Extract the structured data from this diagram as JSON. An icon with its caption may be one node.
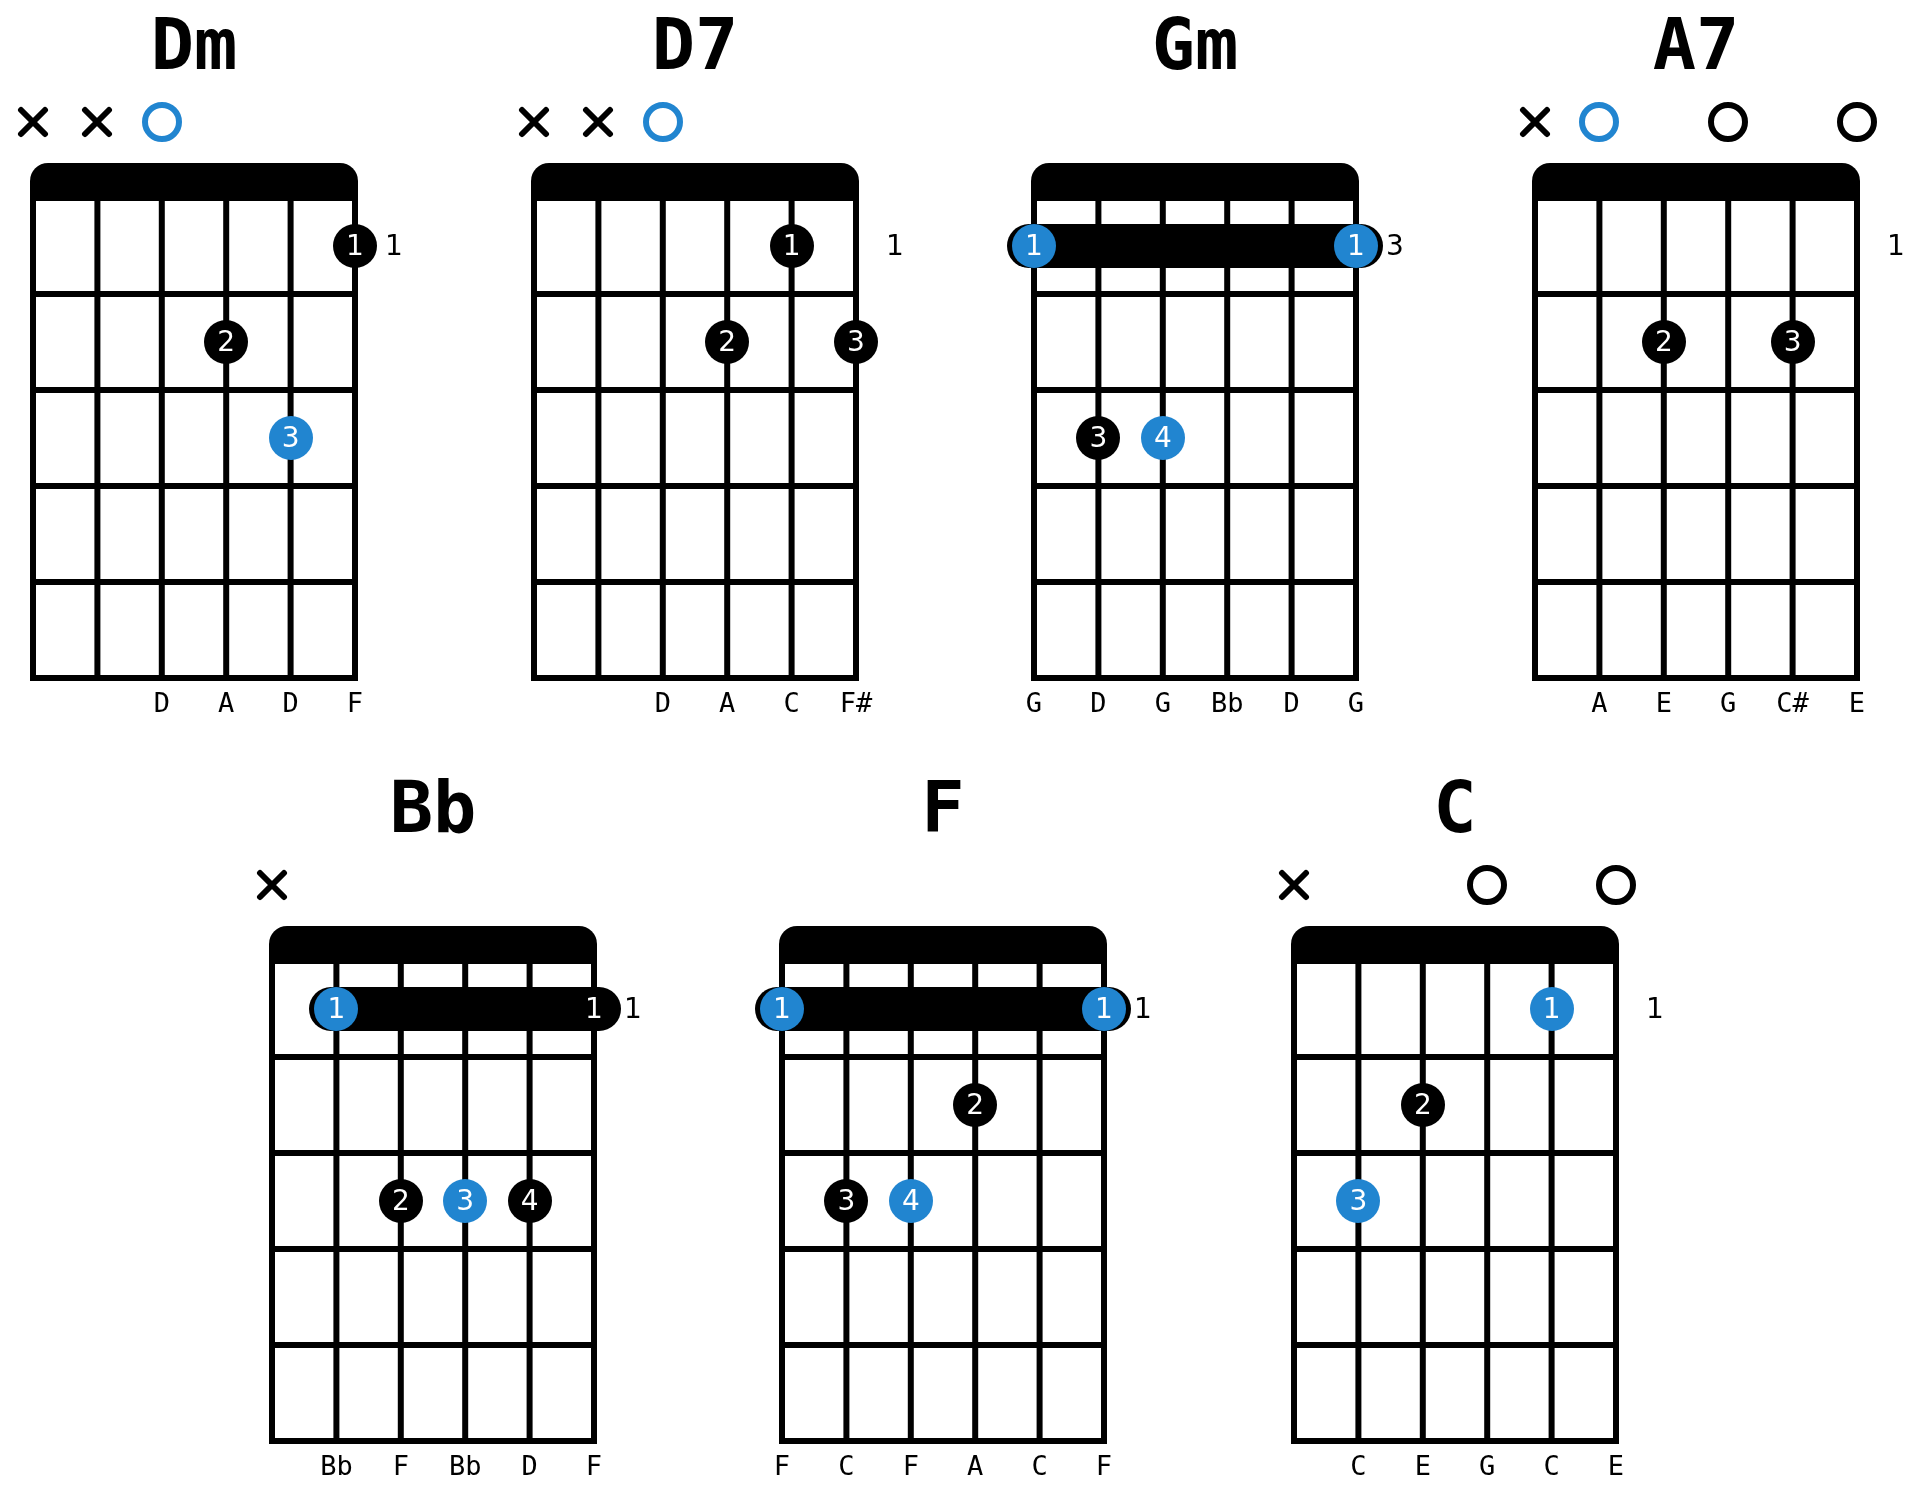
{
  "diagram": {
    "nodes": [
      {
        "text": [
          "Dm"
        ],
        "beside": [
          "D",
          "A",
          "D",
          "F"
        ]
      },
      {
        "text": [
          "1"
        ],
        "in": 0
      },
      {
        "text": [
          "2"
        ],
        "in": 0
      },
      {
        "text": [
          "3"
        ],
        "in": 0
      },
      {
        "text": [
          "D7"
        ],
        "beside": [
          "D",
          "A",
          "C",
          "F#"
        ]
      },
      {
        "text": [
          "1"
        ],
        "in": 4
      },
      {
        "text": [
          "2"
        ],
        "in": 4
      },
      {
        "text": [
          "3"
        ],
        "in": 4
      },
      {
        "text": [
          "Gm"
        ],
        "beside": [
          "G",
          "D",
          "G",
          "Bb",
          "D",
          "G"
        ]
      },
      {
        "text": [],
        "shape": "bar",
        "in": 8
      },
      {
        "text": [
          "1"
        ],
        "in": 9
      },
      {
        "text": [
          "1"
        ],
        "in": 9
      },
      {
        "text": [
          "3"
        ],
        "in": 8
      },
      {
        "text": [
          "4"
        ],
        "in": 8
      },
      {
        "text": [
          "A7"
        ],
        "beside": [
          "A",
          "E",
          "G",
          "C#",
          "E"
        ]
      },
      {
        "text": [
          "2"
        ],
        "in": 14
      },
      {
        "text": [
          "3"
        ],
        "in": 14
      },
      {
        "text": [
          "Bb"
        ],
        "beside": [
          "Bb",
          "F",
          "Bb",
          "D",
          "F"
        ]
      },
      {
        "text": [],
        "shape": "bar",
        "in": 17
      },
      {
        "text": [
          "1"
        ],
        "in": 18
      },
      {
        "text": [
          "1"
        ],
        "in": 18
      },
      {
        "text": [
          "2"
        ],
        "in": 17
      },
      {
        "text": [
          "3"
        ],
        "in": 17
      },
      {
        "text": [
          "4"
        ],
        "in": 17
      },
      {
        "text": [
          "F"
        ],
        "beside": [
          "F",
          "C",
          "F",
          "A",
          "C",
          "F"
        ]
      },
      {
        "text": [],
        "shape": "bar",
        "in": 24
      },
      {
        "text": [
          "1"
        ],
        "in": 25
      },
      {
        "text": [
          "1"
        ],
        "in": 25
      },
      {
        "text": [
          "2"
        ],
        "in": 24
      },
      {
        "text": [
          "3"
        ],
        "in": 24
      },
      {
        "text": [
          "4"
        ],
        "in": 24
      },
      {
        "text": [
          "C"
        ],
        "beside": [
          "C",
          "E",
          "G",
          "C",
          "E"
        ]
      },
      {
        "text": [
          "1"
        ],
        "in": 31
      },
      {
        "text": [
          "2"
        ],
        "in": 31
      },
      {
        "text": [
          "3"
        ],
        "in": 31
      }
    ],
    "labels": [
      "1",
      "1",
      "3",
      "1",
      "1",
      "1",
      "1"
    ]
  }
}
